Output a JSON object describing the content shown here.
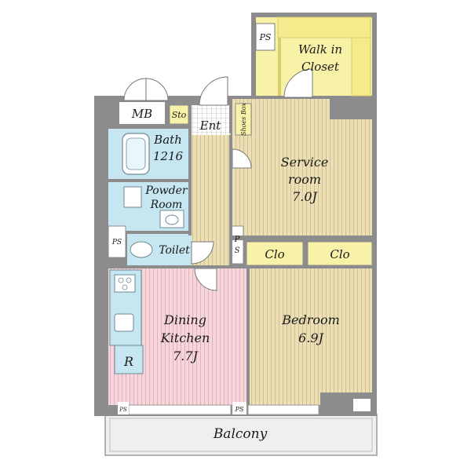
{
  "labels": {
    "ps_top": "PS",
    "walk_in_1": "Walk in",
    "walk_in_2": "Closet",
    "mb": "MB",
    "sto": "Sto",
    "ent": "Ent",
    "shoes_box": "Shoes Box",
    "bath_1": "Bath",
    "bath_2": "1216",
    "service_1": "Service",
    "service_2": "room",
    "service_3": "7.0J",
    "powder_1": "Powder",
    "powder_2": "Room",
    "ps_left": "PS",
    "toilet": "Toilet",
    "ps_mid_1": "P",
    "ps_mid_2": "S",
    "clo_1": "Clo",
    "clo_2": "Clo",
    "dining_1": "Dining",
    "dining_2": "Kitchen",
    "dining_3": "7.7J",
    "bedroom_1": "Bedroom",
    "bedroom_2": "6.9J",
    "r": "R",
    "ps_bottom_left": "PS",
    "ps_bottom_mid": "PS",
    "balcony": "Balcony"
  },
  "colors": {
    "wall": "#8a8a8a",
    "wall_dark": "#6f6f6f",
    "wood": "#e9dcb2",
    "wood_line": "#c9b98a",
    "pink": "#f4d2d8",
    "pink_line": "#d9a9b3",
    "blue": "#c5e6f0",
    "closet": "#f7f1a6",
    "balcony": "#eeeeee"
  }
}
